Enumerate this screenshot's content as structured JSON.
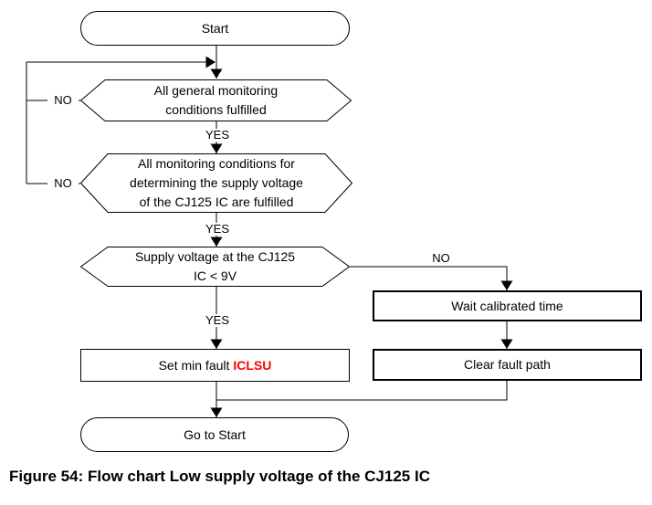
{
  "diagram": {
    "nodes": {
      "start": {
        "label": "Start"
      },
      "cond_general": {
        "lines": [
          "All general monitoring",
          "conditions fulfilled"
        ]
      },
      "cond_supply_monitoring": {
        "lines": [
          "All monitoring conditions for",
          "determining the supply voltage",
          "of the CJ125 IC are fulfilled"
        ]
      },
      "cond_supply_voltage": {
        "lines": [
          "Supply voltage at the CJ125",
          "IC < 9V"
        ]
      },
      "set_fault": {
        "prefix": "Set min fault",
        "code": "ICLSU"
      },
      "wait_time": {
        "label": "Wait calibrated time"
      },
      "clear_fault": {
        "label": "Clear fault path"
      },
      "goto_start": {
        "label": "Go to Start"
      }
    },
    "branch_labels": {
      "yes": "YES",
      "no": "NO"
    },
    "colors": {
      "line": "#000000",
      "fault_code": "#ff0000",
      "background": "#ffffff"
    }
  },
  "caption": "Figure 54: Flow chart Low supply voltage of the CJ125 IC"
}
